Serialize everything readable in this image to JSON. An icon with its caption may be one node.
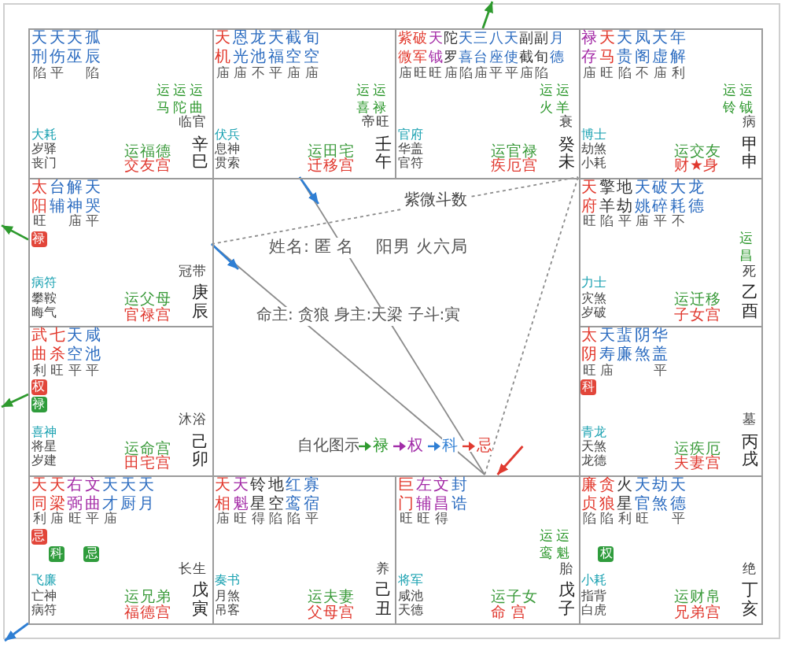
{
  "diagram": {
    "nodes": [
      {
        "text": [
          "天刑",
          "天伤",
          "天巫",
          "孤辰",
          "陷",
          "平",
          "陷",
          "运马",
          "运陀",
          "运曲",
          "临官",
          "大耗",
          "岁驿",
          "丧门",
          "运福德",
          "交友宫",
          "辛巳"
        ]
      },
      {
        "text": [
          "天机",
          "恩光",
          "龙池",
          "天福",
          "截空",
          "旬空",
          "庙",
          "庙",
          "不",
          "平",
          "庙",
          "庙",
          "运喜",
          "运禄",
          "帝旺",
          "伏兵",
          "息神",
          "贯索",
          "运田宅",
          "迁移宫",
          "壬午"
        ]
      },
      {
        "text": [
          "紫微",
          "破军",
          "天钺",
          "陀罗",
          "天喜",
          "三台",
          "八座",
          "天使",
          "副截",
          "副旬",
          "月德",
          "庙",
          "旺",
          "旺",
          "庙",
          "陷",
          "庙",
          "平",
          "平",
          "庙",
          "陷",
          "运火",
          "运羊",
          "衰",
          "官府",
          "华盖",
          "官符",
          "运官禄",
          "疾厄宫",
          "癸未"
        ]
      },
      {
        "text": [
          "禄存",
          "天马",
          "天贵",
          "凤阁",
          "天虚",
          "年解",
          "庙",
          "旺",
          "陷",
          "不",
          "庙",
          "利",
          "运铃",
          "运钺",
          "病",
          "博士",
          "劫煞",
          "小耗",
          "运交友",
          "财★身",
          "甲申"
        ]
      },
      {
        "text": [
          "太阳",
          "台辅",
          "解神",
          "天哭",
          "旺",
          "庙",
          "平",
          "禄",
          "冠带",
          "病符",
          "攀鞍",
          "晦气",
          "运父母",
          "官禄宫",
          "庚辰"
        ]
      },
      {
        "text": [
          "天府",
          "擎羊",
          "地劫",
          "天姚",
          "破碎",
          "大耗",
          "龙德",
          "旺",
          "陷",
          "平",
          "庙",
          "平",
          "不",
          "运昌",
          "死",
          "力士",
          "灾煞",
          "岁破",
          "运迁移",
          "子女宫",
          "乙酉"
        ]
      },
      {
        "text": [
          "武曲",
          "七杀",
          "天空",
          "咸池",
          "利",
          "旺",
          "平",
          "平",
          "权",
          "禄",
          "沐浴",
          "喜神",
          "将星",
          "岁建",
          "运命宫",
          "田宅宫",
          "己卯"
        ]
      },
      {
        "text": [
          "太阴",
          "天寿",
          "蜚廉",
          "阴煞",
          "华盖",
          "旺",
          "庙",
          "平",
          "科",
          "墓",
          "青龙",
          "天煞",
          "龙德",
          "运疾厄",
          "夫妻宫",
          "丙戌"
        ]
      },
      {
        "text": [
          "天同",
          "天梁",
          "右弼",
          "文曲",
          "天才",
          "天厨",
          "天月",
          "利",
          "庙",
          "旺",
          "平",
          "庙",
          "忌",
          "科",
          "忌",
          "长生",
          "飞廉",
          "亡神",
          "病符",
          "运兄弟",
          "福德宫",
          "戊寅"
        ]
      },
      {
        "text": [
          "天相",
          "天魁",
          "铃星",
          "地空",
          "红鸾",
          "寡宿",
          "庙",
          "旺",
          "得",
          "陷",
          "陷",
          "平",
          "养",
          "奏书",
          "月煞",
          "吊客",
          "运夫妻",
          "父母宫",
          "己丑"
        ]
      },
      {
        "text": [
          "巨门",
          "左辅",
          "文昌",
          "封诰",
          "旺",
          "旺",
          "得",
          "运鸾",
          "运魁",
          "胎",
          "将军",
          "咸池",
          "天德",
          "运子女",
          "命 宫",
          "戊子"
        ]
      },
      {
        "text": [
          "廉贞",
          "贪狼",
          "火星",
          "天官",
          "劫煞",
          "天德",
          "陷",
          "陷",
          "利",
          "旺",
          "平",
          "权",
          "绝",
          "小耗",
          "指背",
          "白虎",
          "运财帛",
          "兄弟宫",
          "丁亥"
        ]
      }
    ],
    "edges": [
      {
        "from": 10,
        "to": 1,
        "arrow": "none"
      },
      {
        "from": 10,
        "to": 4,
        "arrow": "none"
      },
      {
        "from": 10,
        "to": 3,
        "arrow": "none",
        "style": "dashed"
      },
      {
        "from": 4,
        "to": 3,
        "arrow": "none",
        "style": "dashed"
      },
      {
        "from": 2,
        "to": null,
        "arrow": "to",
        "color": "#2e9a2e"
      },
      {
        "from": 4,
        "to": null,
        "arrow": "to",
        "color": "#2e9a2e"
      },
      {
        "from": 6,
        "to": null,
        "arrow": "to",
        "color": "#2e9a2e"
      },
      {
        "from": 8,
        "to": null,
        "arrow": "to",
        "color": "#2f7fd4"
      },
      {
        "from": 1,
        "to": null,
        "arrow": "to",
        "color": "#2f7fd4"
      },
      {
        "from": 4,
        "to": null,
        "arrow": "to",
        "color": "#2f7fd4"
      },
      {
        "from": null,
        "to": 10,
        "arrow": "to",
        "color": "#e03a30"
      }
    ],
    "labels": [
      "紫微斗数",
      "姓名: 匿 名",
      "阳男 火六局",
      "命主: 贪狼 身主:天梁 子斗:寅",
      "自化图示"
    ],
    "legend": [
      {
        "text": "禄",
        "color": "#2e9a2e"
      },
      {
        "text": "权",
        "color": "#a12ca8"
      },
      {
        "text": "科",
        "color": "#2f7fd4"
      },
      {
        "text": "忌",
        "color": "#e03a30"
      }
    ]
  }
}
